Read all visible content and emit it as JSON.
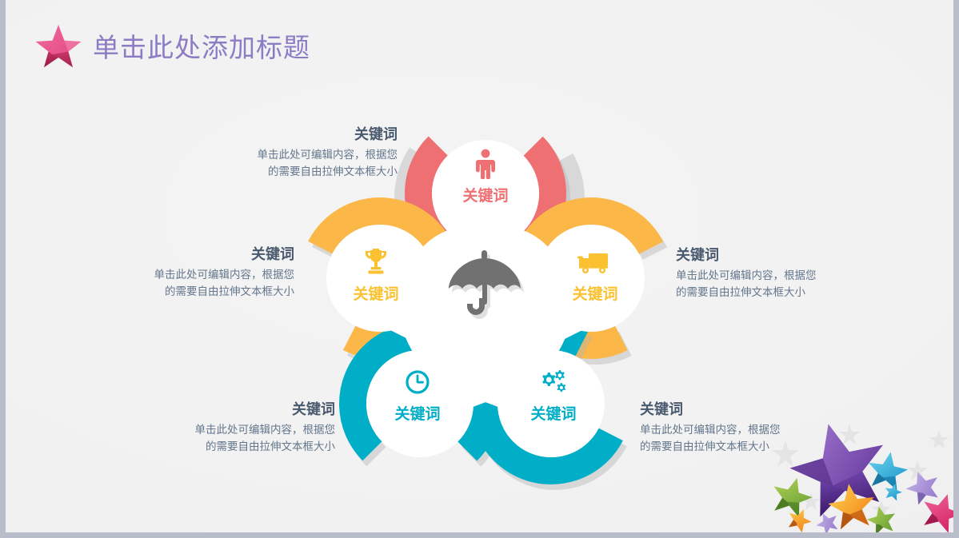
{
  "slide": {
    "title": "单击此处添加标题",
    "title_color": "#8b7cc4",
    "background_color": "#f1f1f1",
    "star_icon": "pink-3d-star-icon"
  },
  "diagram": {
    "type": "five-petal-flower",
    "center_icon": "umbrella-icon",
    "center_icon_color": "#7a7a7a",
    "petals": [
      {
        "position": "top",
        "keyword": "关键词",
        "icon": "person-icon",
        "color": "#ef7073"
      },
      {
        "position": "left",
        "keyword": "关键词",
        "icon": "trophy-icon",
        "color": "#fbb849"
      },
      {
        "position": "right",
        "keyword": "关键词",
        "icon": "truck-icon",
        "color": "#fbb849"
      },
      {
        "position": "bottom-left",
        "keyword": "关键词",
        "icon": "clock-icon",
        "color": "#00aec7"
      },
      {
        "position": "bottom-right",
        "keyword": "关键词",
        "icon": "gears-icon",
        "color": "#00aec7"
      }
    ]
  },
  "text_blocks": [
    {
      "position": "top",
      "heading": "关键词",
      "body_line1": "单击此处可编辑内容，根据您",
      "body_line2": "的需要自由拉伸文本框大小"
    },
    {
      "position": "left",
      "heading": "关键词",
      "body_line1": "单击此处可编辑内容，根据您",
      "body_line2": "的需要自由拉伸文本框大小"
    },
    {
      "position": "right",
      "heading": "关键词",
      "body_line1": "单击此处可编辑内容，根据您",
      "body_line2": "的需要自由拉伸文本框大小"
    },
    {
      "position": "bottom-left",
      "heading": "关键词",
      "body_line1": "单击此处可编辑内容，根据您",
      "body_line2": "的需要自由拉伸文本框大小"
    },
    {
      "position": "bottom-right",
      "heading": "关键词",
      "body_line1": "单击此处可编辑内容，根据您",
      "body_line2": "的需要自由拉伸文本框大小"
    }
  ],
  "decoration": {
    "corner_stars": "colorful-3d-stars-decoration"
  }
}
